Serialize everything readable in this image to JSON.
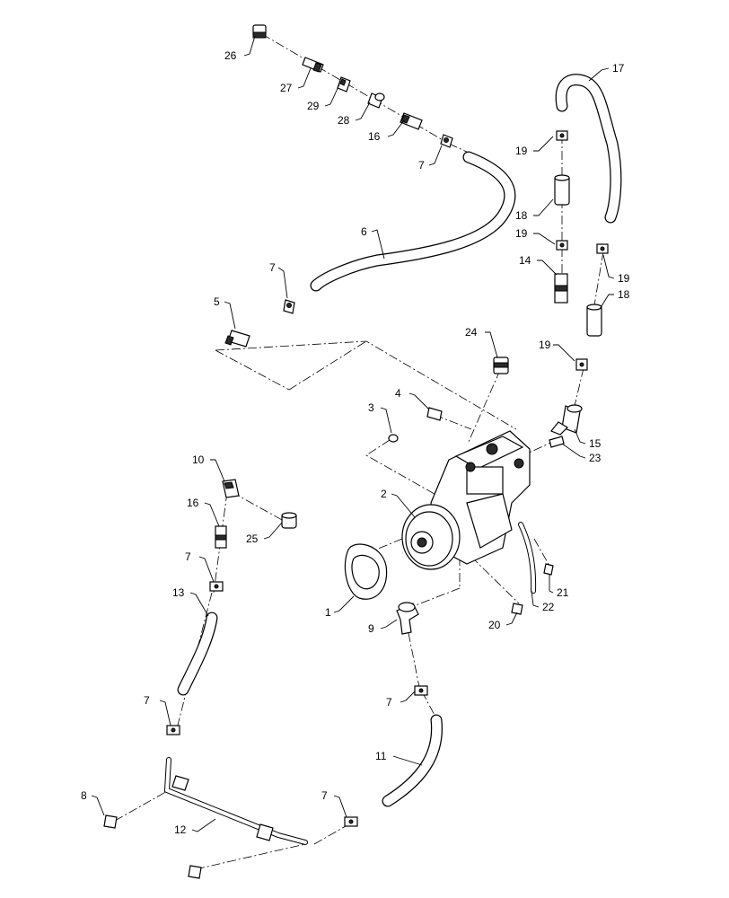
{
  "diagram": {
    "callouts": [
      {
        "id": "c26",
        "label": "26"
      },
      {
        "id": "c27",
        "label": "27"
      },
      {
        "id": "c29",
        "label": "29"
      },
      {
        "id": "c28",
        "label": "28"
      },
      {
        "id": "c16a",
        "label": "16"
      },
      {
        "id": "c7a",
        "label": "7"
      },
      {
        "id": "c6",
        "label": "6"
      },
      {
        "id": "c7b",
        "label": "7"
      },
      {
        "id": "c5",
        "label": "5"
      },
      {
        "id": "c17",
        "label": "17"
      },
      {
        "id": "c19a",
        "label": "19"
      },
      {
        "id": "c18a",
        "label": "18"
      },
      {
        "id": "c19b",
        "label": "19"
      },
      {
        "id": "c14",
        "label": "14"
      },
      {
        "id": "c19c",
        "label": "19"
      },
      {
        "id": "c18b",
        "label": "18"
      },
      {
        "id": "c24",
        "label": "24"
      },
      {
        "id": "c19d",
        "label": "19"
      },
      {
        "id": "c4",
        "label": "4"
      },
      {
        "id": "c3",
        "label": "3"
      },
      {
        "id": "c15",
        "label": "15"
      },
      {
        "id": "c23",
        "label": "23"
      },
      {
        "id": "c10",
        "label": "10"
      },
      {
        "id": "c2",
        "label": "2"
      },
      {
        "id": "c16b",
        "label": "16"
      },
      {
        "id": "c25",
        "label": "25"
      },
      {
        "id": "c7c",
        "label": "7"
      },
      {
        "id": "c13",
        "label": "13"
      },
      {
        "id": "c21",
        "label": "21"
      },
      {
        "id": "c1",
        "label": "1"
      },
      {
        "id": "c9",
        "label": "9"
      },
      {
        "id": "c20",
        "label": "20"
      },
      {
        "id": "c22",
        "label": "22"
      },
      {
        "id": "c7d",
        "label": "7"
      },
      {
        "id": "c7e",
        "label": "7"
      },
      {
        "id": "c11",
        "label": "11"
      },
      {
        "id": "c8",
        "label": "8"
      },
      {
        "id": "c7f",
        "label": "7"
      },
      {
        "id": "c12",
        "label": "12"
      }
    ]
  }
}
